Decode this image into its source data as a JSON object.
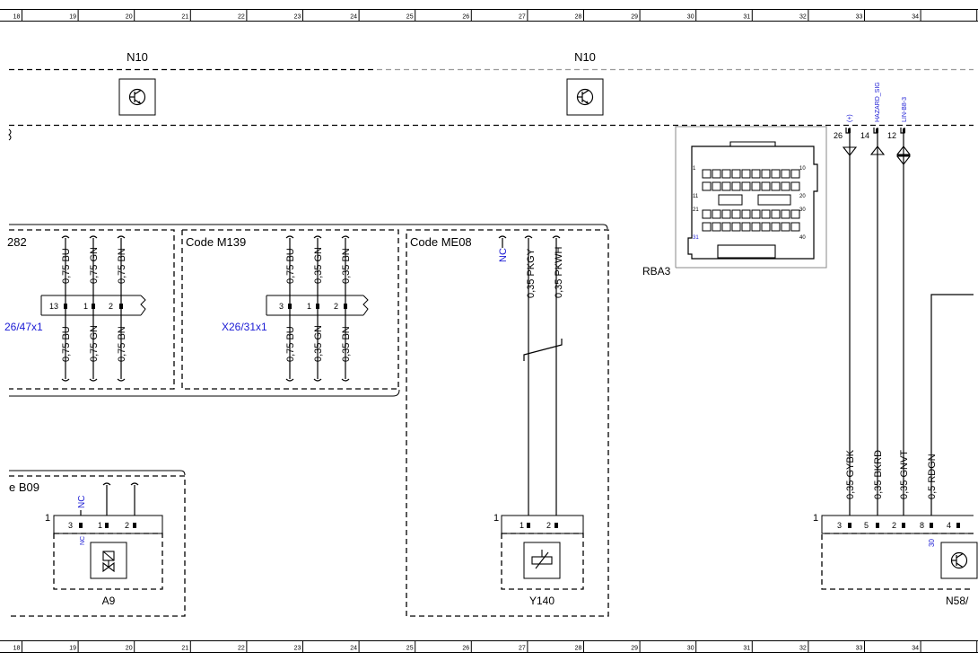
{
  "ruler": {
    "numbers": [
      "18",
      "19",
      "20",
      "21",
      "22",
      "23",
      "24",
      "25",
      "26",
      "27",
      "28",
      "29",
      "30",
      "31",
      "32",
      "33",
      "34"
    ]
  },
  "colors": {
    "line": "#000000",
    "accent": "#1a1ad4",
    "frame_gray": "#8a8a8a"
  },
  "components": {
    "n10_left": {
      "label": "N10",
      "icon": "transistor-icon"
    },
    "n10_right": {
      "label": "N10",
      "icon": "transistor-icon"
    },
    "rba3": {
      "label": "RBA3",
      "pin_numbers": [
        "1",
        "10",
        "11",
        "20",
        "21",
        "30",
        "31",
        "40"
      ],
      "pins": [
        {
          "number": "26",
          "signal": "(+)"
        },
        {
          "number": "14",
          "signal": "HAZARD_SIG"
        },
        {
          "number": "12",
          "signal": "LIN-B8-3"
        }
      ]
    },
    "a9": {
      "label": "A9",
      "icon": "valve-icon",
      "block_pin": "1",
      "nc_label": "NC",
      "pins": [
        "3",
        "1",
        "2"
      ]
    },
    "y140": {
      "label": "Y140",
      "icon": "solenoid-icon",
      "block_pin": "1",
      "pins": [
        "1",
        "2"
      ]
    },
    "n58": {
      "label": "N58/",
      "icon": "transistor-icon",
      "block_pin": "1",
      "pins": [
        "3",
        "5",
        "2",
        "8",
        "4"
      ],
      "pin_note": "30"
    }
  },
  "code_blocks": {
    "left": {
      "label": "282",
      "connector": "26/47x1",
      "pins": [
        "13",
        "1",
        "2"
      ],
      "wires_top": [
        "0,75 BU",
        "0,75 GN",
        "0,75 BN"
      ],
      "wires_bottom": [
        "0,75 BU",
        "0,75 GN",
        "0,75 BN"
      ]
    },
    "m139": {
      "label": "Code M139",
      "connector": "X26/31x1",
      "pins": [
        "3",
        "1",
        "2"
      ],
      "wires_top": [
        "0,75 BU",
        "0,35 GN",
        "0,35 BN"
      ],
      "wires_bottom": [
        "0,75 BU",
        "0,35 GN",
        "0,35 BN"
      ]
    },
    "me08": {
      "label": "Code ME08",
      "nc_label": "NC",
      "wires": [
        "0,35 PKGY",
        "0,35 PKWH"
      ]
    },
    "b09": {
      "label": "e B09",
      "nc_label": "NC"
    }
  },
  "right_wires": [
    "0,35 GYBK",
    "0,35 BKRD",
    "0,35 GNVT",
    "0,5 RDGN"
  ]
}
